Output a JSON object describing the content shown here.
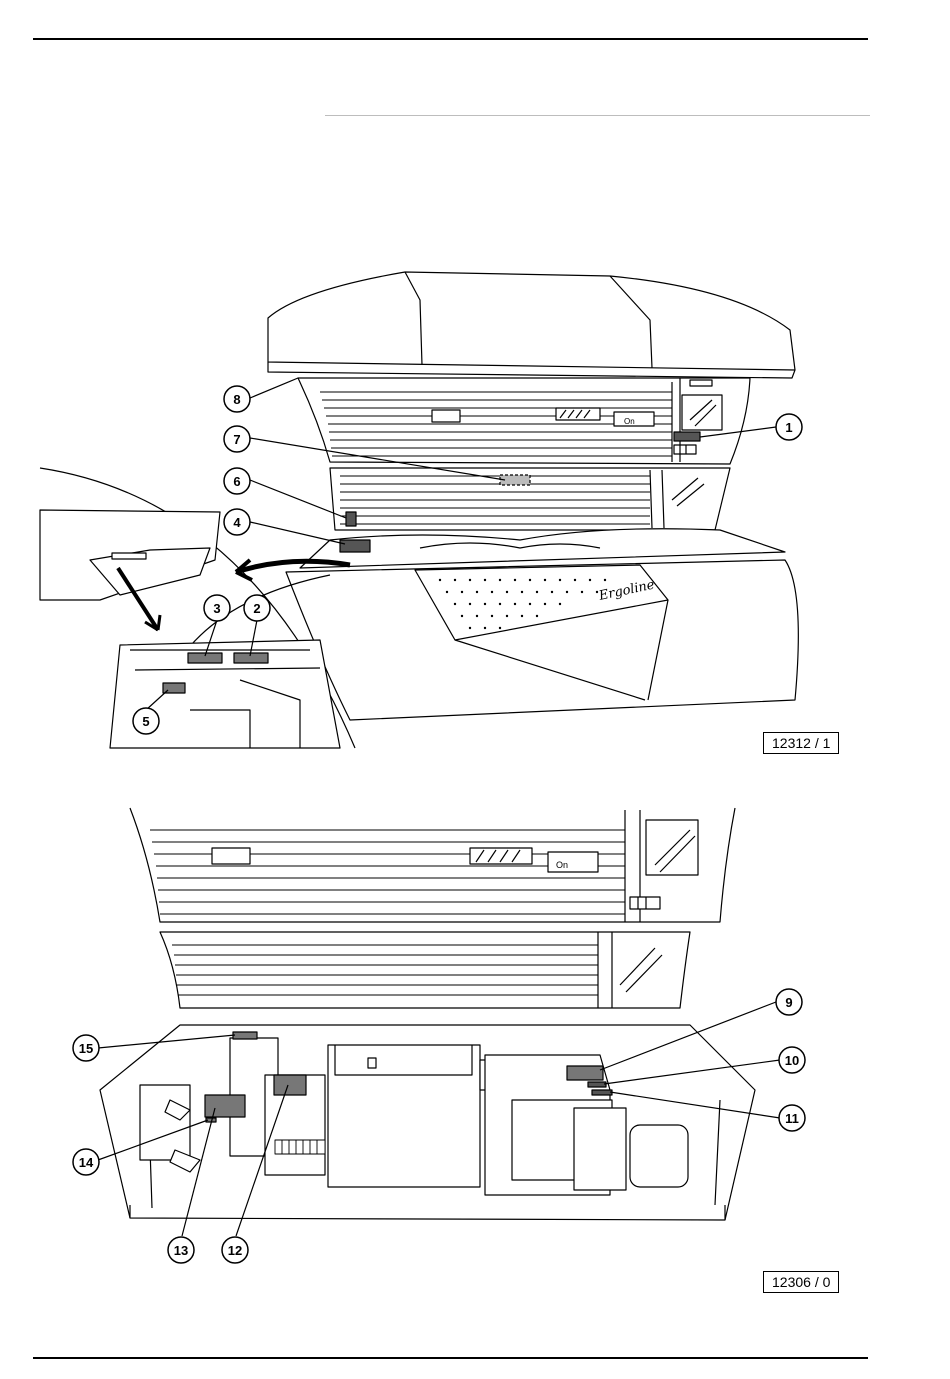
{
  "figures": [
    {
      "ref": "12312 / 1",
      "callouts": [
        "1",
        "2",
        "3",
        "4",
        "5",
        "6",
        "7",
        "8"
      ],
      "brand": "Ergoline"
    },
    {
      "ref": "12306 / 0",
      "callouts": [
        "9",
        "10",
        "11",
        "12",
        "13",
        "14",
        "15"
      ]
    }
  ],
  "decals": {
    "on_label": "On"
  }
}
